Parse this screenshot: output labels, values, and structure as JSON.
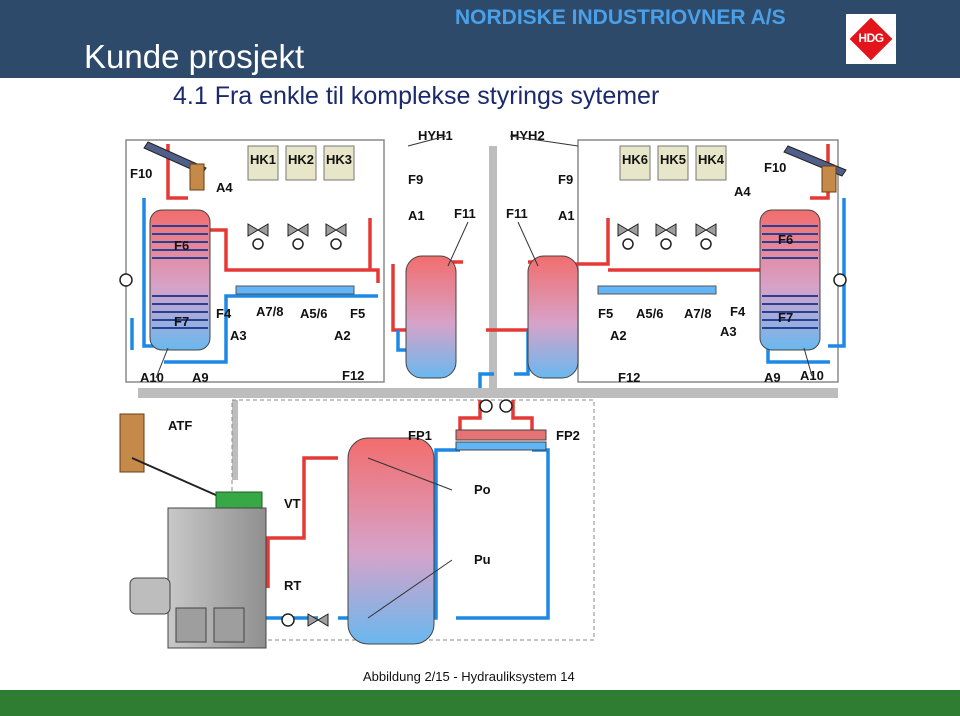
{
  "header": {
    "company": "NORDISKE INDUSTRIOVNER A/S",
    "title": "Kunde prosjekt",
    "logo_text": "HDG"
  },
  "subtitle": "4.1 Fra enkle til komplekse styrings sytemer",
  "diagram": {
    "labels": {
      "hyh1": "HYH1",
      "hyh2": "HYH2",
      "hk1": "HK1",
      "hk2": "HK2",
      "hk3": "HK3",
      "hk6": "HK6",
      "hk5": "HK5",
      "hk4": "HK4",
      "f10_left": "F10",
      "f10_right": "F10",
      "a4_left": "A4",
      "a4_right": "A4",
      "f9_left": "F9",
      "f9_right": "F9",
      "a1_left": "A1",
      "a1_right": "A1",
      "f11_left": "F11",
      "f11_right": "F11",
      "f6_left": "F6",
      "f6_right": "F6",
      "f7_left": "F7",
      "f7_right": "F7",
      "f4_left": "F4",
      "f4_right": "F4",
      "a78_left": "A7/8",
      "a78_right": "A7/8",
      "a56_left": "A5/6",
      "a56_right": "A5/6",
      "f5_left": "F5",
      "f5_right": "F5",
      "a3_left": "A3",
      "a3_right": "A3",
      "a2_left": "A2",
      "a2_right": "A2",
      "a10_left": "A10",
      "a10_right": "A10",
      "a9_left": "A9",
      "a9_right": "A9",
      "f12_left": "F12",
      "f12_right": "F12",
      "atf": "ATF",
      "fp1": "FP1",
      "fp2": "FP2",
      "vt": "VT",
      "rt": "RT",
      "po": "Po",
      "pu": "Pu"
    },
    "caption": "Abbildung 2/15 - Hydrauliksystem 14"
  },
  "colors": {
    "header_bg": "#2e4a6b",
    "company_text": "#4aa0e8",
    "logo_red": "#e4141c",
    "supply_pipe": "#e53935",
    "return_pipe": "#1e88e5",
    "footer_band": "#2e7d32"
  }
}
